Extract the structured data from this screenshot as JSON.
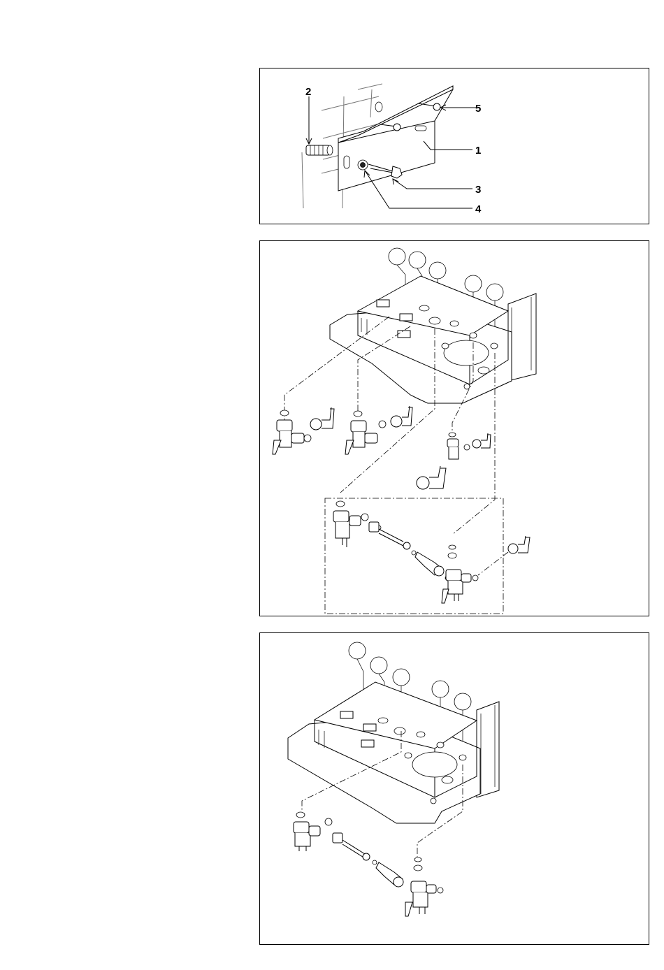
{
  "figure1": {
    "callouts": {
      "c1": "1",
      "c2": "2",
      "c3": "3",
      "c4": "4",
      "c5": "5"
    }
  }
}
